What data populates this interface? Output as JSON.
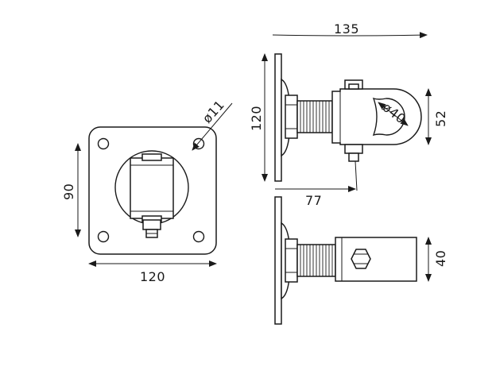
{
  "dimensions": {
    "front_width": "120",
    "front_height": "90",
    "hole_diameter": "ø11",
    "side_overall_length": "135",
    "side_plate_height": "120",
    "eye_diameter": "ø40",
    "eye_height": "52",
    "bolt_offset": "77",
    "bottom_block_height": "40"
  }
}
